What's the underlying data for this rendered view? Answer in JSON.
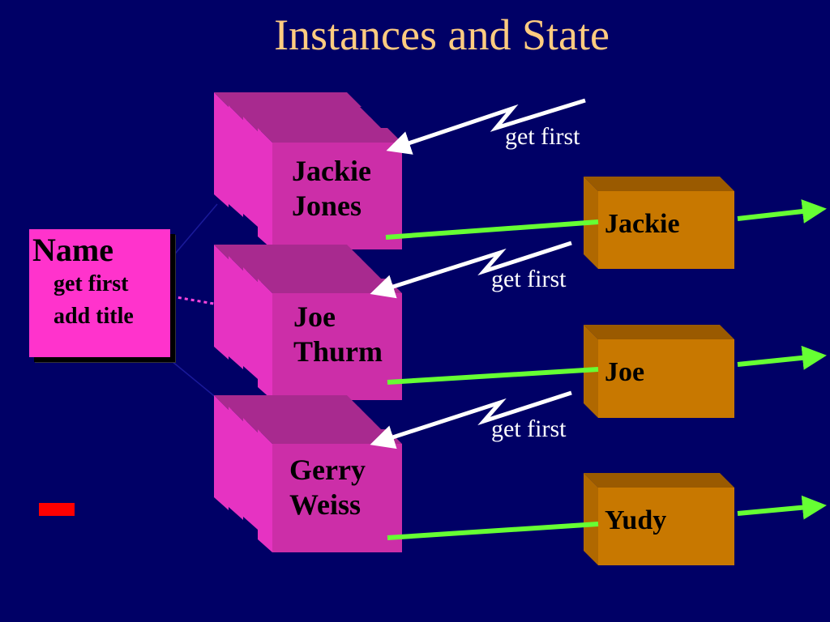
{
  "slide": {
    "title": "Instances and State"
  },
  "class_box": {
    "name": "Name",
    "methods": [
      "get first",
      "add title"
    ]
  },
  "instances": [
    {
      "first": "Jackie",
      "last": "Jones"
    },
    {
      "first": "Joe",
      "last": "Thurm"
    },
    {
      "first": "Gerry",
      "last": "Weiss"
    }
  ],
  "results": [
    "Jackie",
    "Joe",
    "Yudy"
  ],
  "messages": [
    "get first",
    "get first",
    "get first"
  ],
  "colors": {
    "background": "#000066",
    "title": "#ffcc80",
    "class_fill": "#ff33cc",
    "instance_front": "#cc2ea8",
    "instance_back": "#e633c2",
    "instance_top": "#a82a8f",
    "string_front": "#c87800",
    "string_top": "#9a5a00",
    "reply_arrow": "#66ff33",
    "message_arrow": "#ffffff",
    "marker": "#ff0000"
  }
}
